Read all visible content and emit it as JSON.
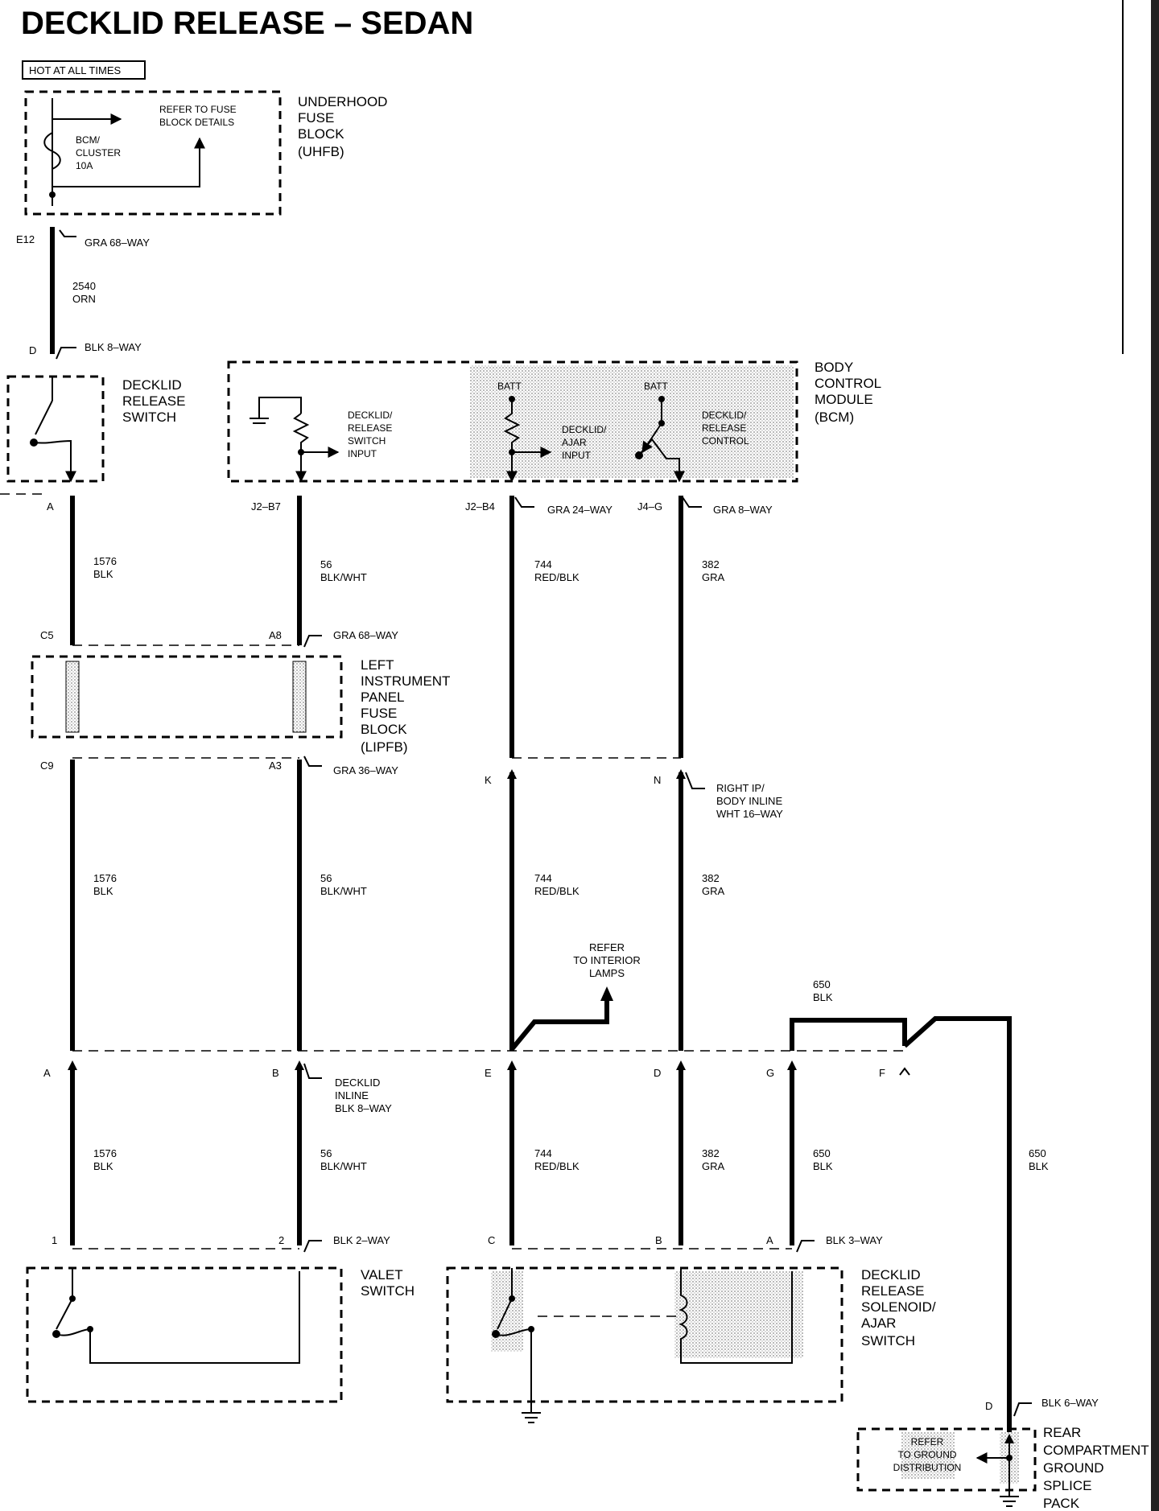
{
  "title": "DECKLID RELEASE – SEDAN",
  "hot_label": "HOT AT ALL TIMES",
  "uhfb": {
    "name": [
      "UNDERHOOD",
      "FUSE",
      "BLOCK",
      "(UHFB)"
    ],
    "refer": [
      "REFER TO FUSE",
      "BLOCK DETAILS"
    ],
    "fuse": [
      "BCM/",
      "CLUSTER",
      "10A"
    ]
  },
  "conn_e12": {
    "pin": "E12",
    "label": "GRA 68–WAY"
  },
  "wire_2540": [
    "2540",
    "ORN"
  ],
  "conn_d_top": {
    "pin": "D",
    "label": "BLK 8–WAY"
  },
  "decklid_release_switch": [
    "DECKLID",
    "RELEASE",
    "SWITCH"
  ],
  "bcm": {
    "name": [
      "BODY",
      "CONTROL",
      "MODULE",
      "(BCM)"
    ],
    "input1": [
      "DECKLID/",
      "RELEASE",
      "SWITCH",
      "INPUT"
    ],
    "input2": [
      "DECKLID/",
      "AJAR",
      "INPUT"
    ],
    "control": [
      "DECKLID/",
      "RELEASE",
      "CONTROL"
    ],
    "batt": "BATT"
  },
  "bcm_pins": {
    "a": "A",
    "j2b7": "J2–B7",
    "j2b4": "J2–B4",
    "j2b4_label": "GRA 24–WAY",
    "j4g": "J4–G",
    "j4g_label": "GRA 8–WAY"
  },
  "wires": {
    "w1576": [
      "1576",
      "BLK"
    ],
    "w56": [
      "56",
      "BLK/WHT"
    ],
    "w744": [
      "744",
      "RED/BLK"
    ],
    "w382": [
      "382",
      "GRA"
    ],
    "w650": [
      "650",
      "BLK"
    ]
  },
  "lipfb": {
    "name": [
      "LEFT",
      "INSTRUMENT",
      "PANEL",
      "FUSE",
      "BLOCK",
      "(LIPFB)"
    ],
    "c5": "C5",
    "a8": "A8",
    "a8_label": "GRA 68–WAY",
    "c9": "C9",
    "a3": "A3",
    "a3_label": "GRA 36–WAY"
  },
  "right_ip": {
    "k": "K",
    "n": "N",
    "label": [
      "RIGHT IP/",
      "BODY INLINE",
      "WHT 16–WAY"
    ]
  },
  "refer_interior": [
    "REFER",
    "TO INTERIOR",
    "LAMPS"
  ],
  "decklid_inline": {
    "pins": [
      "A",
      "B",
      "E",
      "D",
      "G",
      "F"
    ],
    "label": [
      "DECKLID",
      "INLINE",
      "BLK 8–WAY"
    ]
  },
  "valet": {
    "pin1": "1",
    "pin2": "2",
    "conn_label": "BLK 2–WAY",
    "name": [
      "VALET",
      "SWITCH"
    ]
  },
  "solenoid": {
    "pins": [
      "C",
      "B",
      "A"
    ],
    "conn_label": "BLK 3–WAY",
    "name": [
      "DECKLID",
      "RELEASE",
      "SOLENOID/",
      "AJAR",
      "SWITCH"
    ]
  },
  "rear_ground": {
    "pin": "D",
    "conn_label": "BLK 6–WAY",
    "refer": [
      "REFER",
      "TO GROUND",
      "DISTRIBUTION"
    ],
    "name": [
      "REAR",
      "COMPARTMENT",
      "GROUND",
      "SPLICE",
      "PACK"
    ]
  }
}
